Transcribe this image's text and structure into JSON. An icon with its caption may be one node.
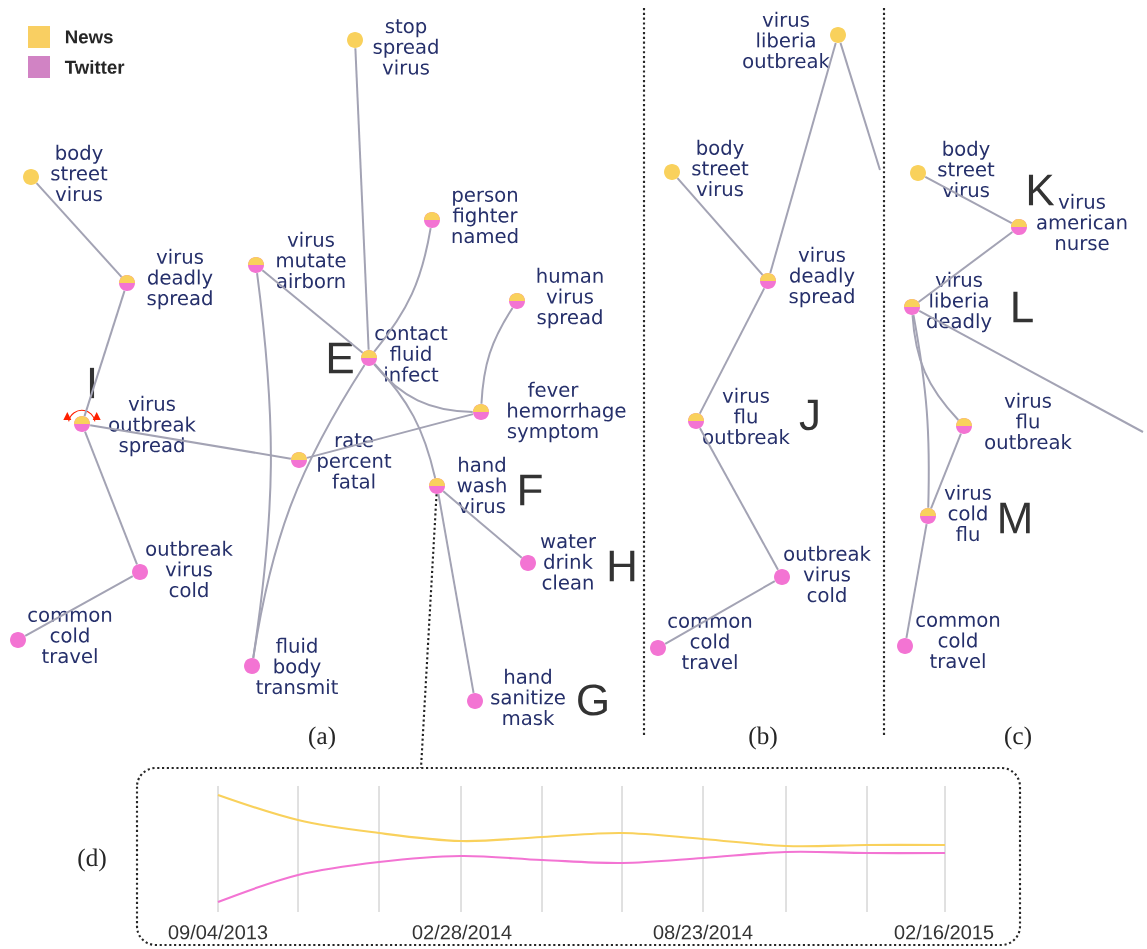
{
  "diagram": {
    "nodes": [
      {
        "text": [
          "body street virus"
        ]
      },
      {
        "text": [
          "virus deadly spread"
        ]
      },
      {
        "text": [
          "virus outbreak spread"
        ],
        "beside": [
          "I"
        ]
      },
      {
        "text": [
          "outbreak virus cold"
        ]
      },
      {
        "text": [
          "common cold travel"
        ]
      },
      {
        "text": [
          "stop spread virus"
        ]
      },
      {
        "text": [
          "virus mutate airborn"
        ]
      },
      {
        "text": [
          "person fighter named"
        ]
      },
      {
        "text": [
          "human virus spread"
        ]
      },
      {
        "text": [
          "contact fluid infect"
        ],
        "beside": [
          "E"
        ]
      },
      {
        "text": [
          "fever hemorrhage symptom"
        ]
      },
      {
        "text": [
          "rate percent fatal"
        ]
      },
      {
        "text": [
          "hand wash virus"
        ],
        "beside": [
          "F"
        ]
      },
      {
        "text": [
          "water drink clean"
        ],
        "beside": [
          "H"
        ]
      },
      {
        "text": [
          "fluid body transmit"
        ]
      },
      {
        "text": [
          "hand sanitize mask"
        ]
      },
      {
        "text": [
          "virus liberia outbreak"
        ]
      },
      {
        "text": [
          "body street virus"
        ]
      },
      {
        "text": [
          "virus deadly spread"
        ]
      },
      {
        "text": [
          "virus flu outbreak"
        ],
        "beside": [
          "J"
        ]
      },
      {
        "text": [
          "outbreak virus cold"
        ]
      },
      {
        "text": [
          "common cold travel"
        ]
      },
      {
        "text": [
          "body street virus"
        ]
      },
      {
        "text": [
          "virus american nurse"
        ],
        "beside": [
          "K"
        ]
      },
      {
        "text": [
          "virus liberia deadly"
        ],
        "beside": [
          "L"
        ]
      },
      {
        "text": [
          "virus flu outbreak"
        ]
      },
      {
        "text": [
          "virus cold flu"
        ],
        "beside": [
          "M"
        ]
      },
      {
        "text": [
          "common cold travel"
        ]
      },
      {
        "text": [
          "09/04/2013",
          "02/28/2014",
          "08/23/2014",
          "02/16/2015"
        ]
      }
    ],
    "edges": [
      {
        "from": 0,
        "to": 1,
        "arrow": "none"
      },
      {
        "from": 1,
        "to": 2,
        "arrow": "none"
      },
      {
        "from": 2,
        "to": 3,
        "arrow": "none"
      },
      {
        "from": 3,
        "to": 4,
        "arrow": "none"
      },
      {
        "from": 2,
        "to": 11,
        "arrow": "none"
      },
      {
        "from": 11,
        "to": 10,
        "arrow": "none"
      },
      {
        "from": 9,
        "to": 10,
        "arrow": "none"
      },
      {
        "from": 8,
        "to": 10,
        "arrow": "none"
      },
      {
        "from": 7,
        "to": 9,
        "arrow": "none"
      },
      {
        "from": 5,
        "to": 9,
        "arrow": "none"
      },
      {
        "from": 6,
        "to": 9,
        "arrow": "none"
      },
      {
        "from": 6,
        "to": 14,
        "arrow": "none"
      },
      {
        "from": 9,
        "to": 14,
        "arrow": "none"
      },
      {
        "from": 9,
        "to": 12,
        "arrow": "none"
      },
      {
        "from": 12,
        "to": 13,
        "arrow": "none"
      },
      {
        "from": 12,
        "to": 15,
        "arrow": "none"
      },
      {
        "from": 12,
        "to": 28,
        "arrow": "none",
        "style": "dashed",
        "color": "#222222"
      },
      {
        "from": 16,
        "to": 18,
        "arrow": "none"
      },
      {
        "from": 17,
        "to": 18,
        "arrow": "none"
      },
      {
        "from": 18,
        "to": 19,
        "arrow": "none"
      },
      {
        "from": 19,
        "to": 20,
        "arrow": "none"
      },
      {
        "from": 20,
        "to": 21,
        "arrow": "none"
      },
      {
        "from": 16,
        "to": null,
        "arrow": "none"
      },
      {
        "from": 22,
        "to": 23,
        "arrow": "none"
      },
      {
        "from": 23,
        "to": 24,
        "arrow": "none"
      },
      {
        "from": 24,
        "to": 25,
        "arrow": "none"
      },
      {
        "from": 24,
        "to": 26,
        "arrow": "none"
      },
      {
        "from": 25,
        "to": 26,
        "arrow": "none"
      },
      {
        "from": 26,
        "to": 27,
        "arrow": "none"
      },
      {
        "from": 24,
        "to": null,
        "arrow": "none"
      }
    ],
    "labels": [
      "G",
      "(a)",
      "(b)",
      "(c)",
      "(d)"
    ],
    "legend": [
      {
        "text": "News",
        "color": "#f9cf62"
      },
      {
        "text": "Twitter",
        "color": "#d183c4"
      }
    ]
  }
}
